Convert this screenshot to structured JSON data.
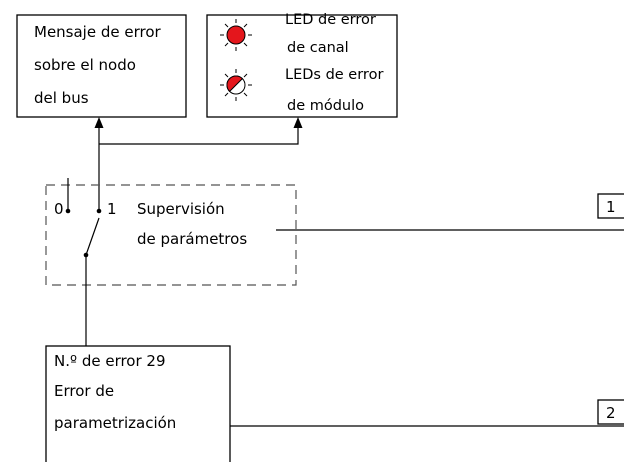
{
  "bus_message_box": {
    "lines": [
      "Mensaje de error",
      "sobre el nodo",
      "del bus"
    ]
  },
  "led_box": {
    "channel_led_label": [
      "LED de error",
      "de canal"
    ],
    "module_led_label": [
      "LEDs de error",
      "de módulo"
    ]
  },
  "switch": {
    "pos_0": "0",
    "pos_1": "1",
    "label": [
      "Supervisión",
      "de parámetros"
    ]
  },
  "error_box": {
    "lines": [
      "N.º de error 29",
      "Error de",
      "parametrización"
    ]
  },
  "callouts": [
    "1",
    "2"
  ],
  "colors": {
    "led_red": "#e4161c",
    "line": "#000000"
  }
}
